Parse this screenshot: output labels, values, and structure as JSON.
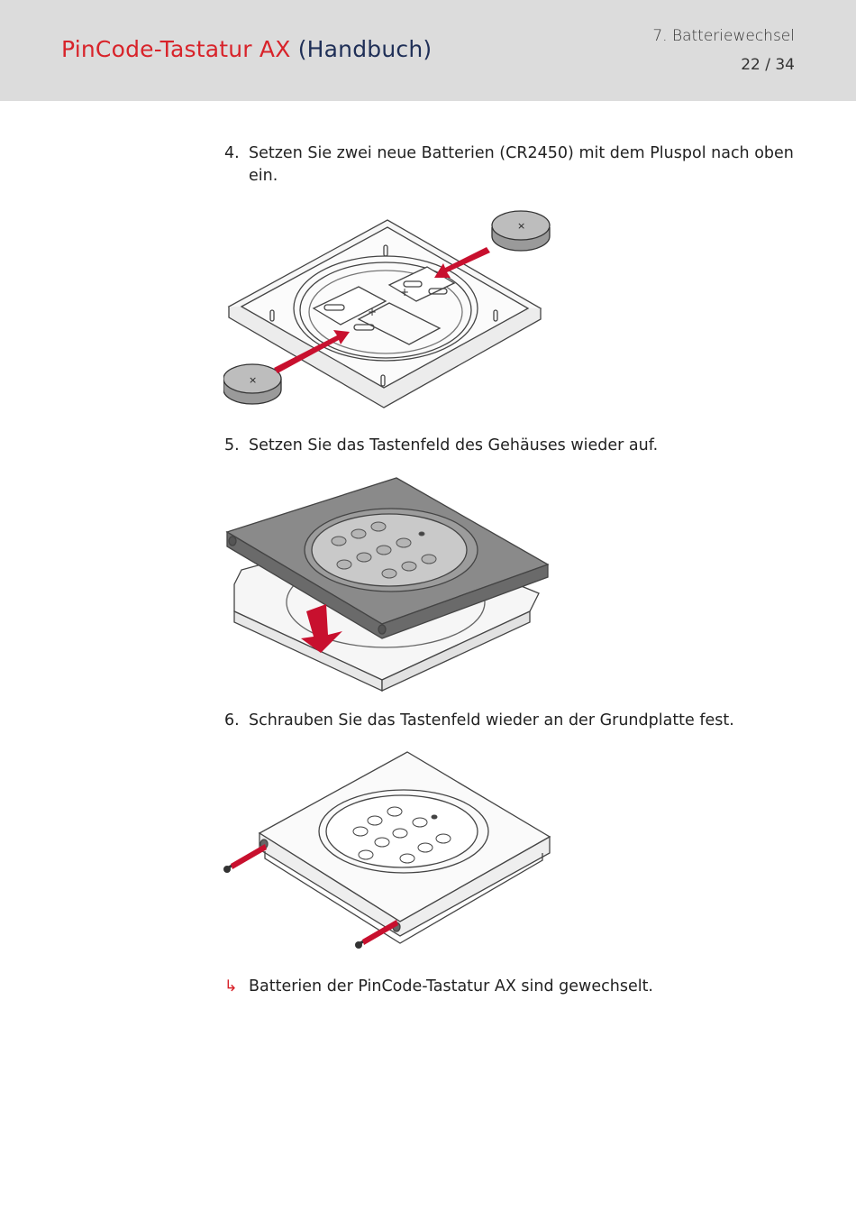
{
  "header": {
    "product": "PinCode-Tastatur AX",
    "subtitle": "(Handbuch)",
    "chapter": "7. Batteriewechsel",
    "page": "22 / 34"
  },
  "steps": [
    {
      "num": "4.",
      "text": "Setzen Sie zwei neue Batterien (CR2450) mit dem Pluspol nach oben ein."
    },
    {
      "num": "5.",
      "text": "Setzen Sie das Tastenfeld des Gehäuses wieder auf."
    },
    {
      "num": "6.",
      "text": "Schrauben Sie das Tastenfeld wieder an der Grundplatte fest."
    }
  ],
  "result": {
    "symbol": "↳",
    "text": "Batterien der PinCode-Tastatur AX sind gewechselt."
  },
  "colors": {
    "brand_red": "#d8232a",
    "brand_navy": "#1f2f57",
    "arrow_red": "#c8102e",
    "header_bg": "#dcdcdc"
  }
}
